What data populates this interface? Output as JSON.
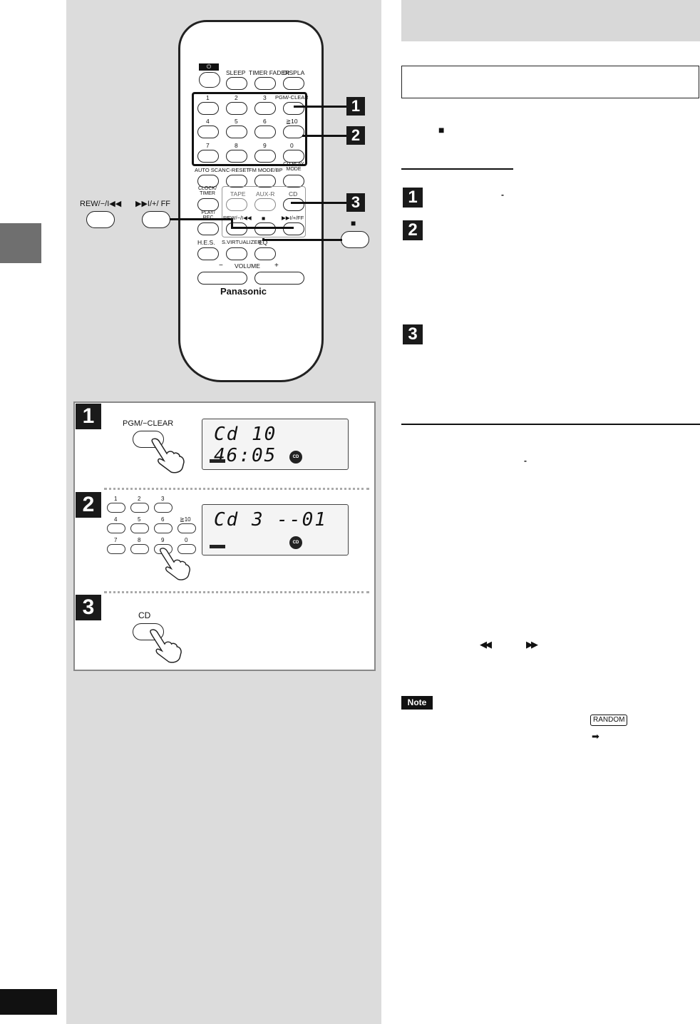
{
  "remote": {
    "power_label": "⏻",
    "row1": [
      "SLEEP",
      "TIMER FADER",
      "DISPLA"
    ],
    "pgm_clear": "PGM/-CLEAR",
    "numbers": [
      "1",
      "2",
      "3",
      "4",
      "5",
      "6",
      "≧10",
      "7",
      "8",
      "9",
      "0"
    ],
    "row_auto": [
      "AUTO SCAN",
      "C-RESET",
      "FM MODE/BP",
      "CD PLAY MODE"
    ],
    "clock_timer": "CLOCK/ TIMER",
    "src_row": [
      "TAPE",
      "AUX-R",
      "CD"
    ],
    "play_rec": "PLAY/ REC",
    "rew": "REW/−/I◀◀",
    "stop": "■",
    "ff": "▶▶I/+/FF",
    "row_hes": [
      "H.E.S.",
      "S.VIRTUALIZER",
      "EQ"
    ],
    "volume": [
      "−",
      "VOLUME",
      "+"
    ],
    "brand": "Panasonic"
  },
  "side_buttons": {
    "rew_label": "REW/−/I◀◀",
    "ff_label": "▶▶I/+/ FF",
    "stop_label": "■"
  },
  "markers": [
    "1",
    "2",
    "3"
  ],
  "steps": {
    "step1": {
      "button": "PGM/−CLEAR",
      "lcd": "Cd 10  46:05",
      "cd_icon": "CD"
    },
    "step2": {
      "keys": [
        "1",
        "2",
        "3",
        "4",
        "5",
        "6",
        "≧10",
        "7",
        "8",
        "9",
        "0"
      ],
      "lcd": "Cd  3  --01",
      "cd_icon": "CD"
    },
    "step3": {
      "button": "CD"
    }
  },
  "right": {
    "stop_symbol": "■",
    "dash1": "-",
    "dash2": "-",
    "skip_back": "◀◀",
    "skip_fwd": "▶▶",
    "note_label": "Note",
    "random_label": "RANDOM",
    "arrow": "➡"
  }
}
